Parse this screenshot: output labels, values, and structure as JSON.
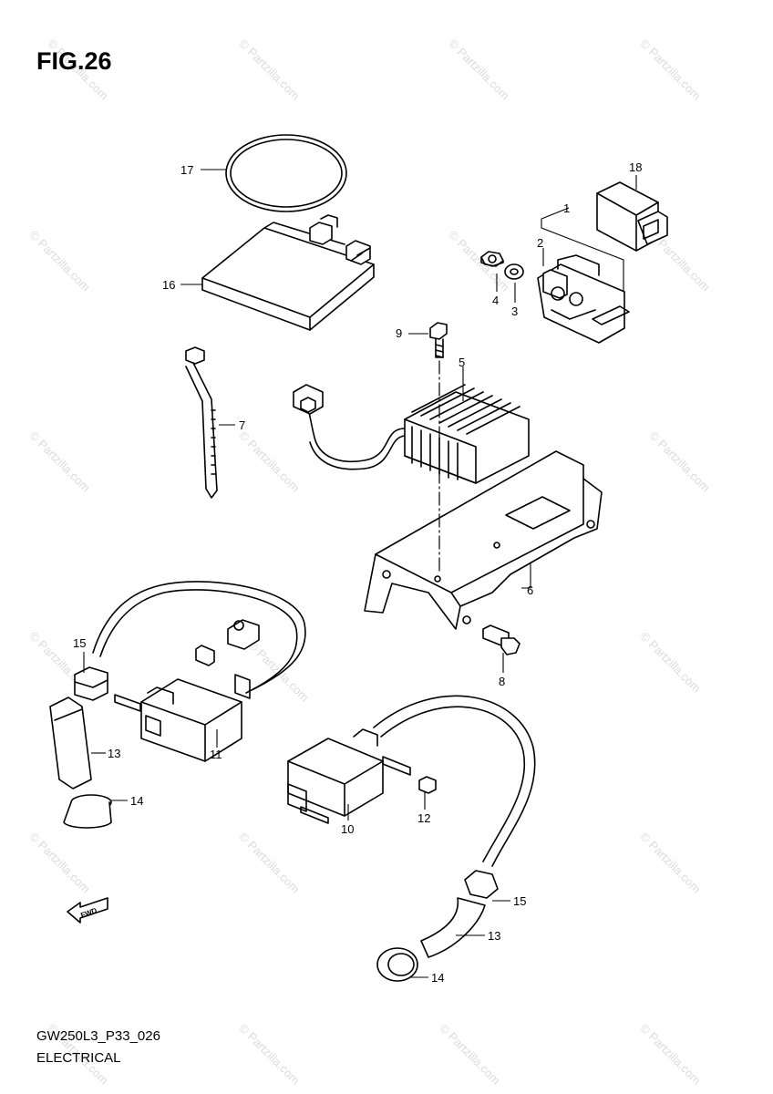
{
  "figure": {
    "title": "FIG.26",
    "code": "GW250L3_P33_026",
    "section": "ELECTRICAL",
    "watermark": "© Partzilla.com",
    "fwd_label": "FWD"
  },
  "callouts": [
    "17",
    "18",
    "1",
    "2",
    "16",
    "4",
    "3",
    "9",
    "5",
    "7",
    "6",
    "8",
    "15",
    "13",
    "11",
    "14",
    "10",
    "12",
    "15",
    "13",
    "14"
  ]
}
